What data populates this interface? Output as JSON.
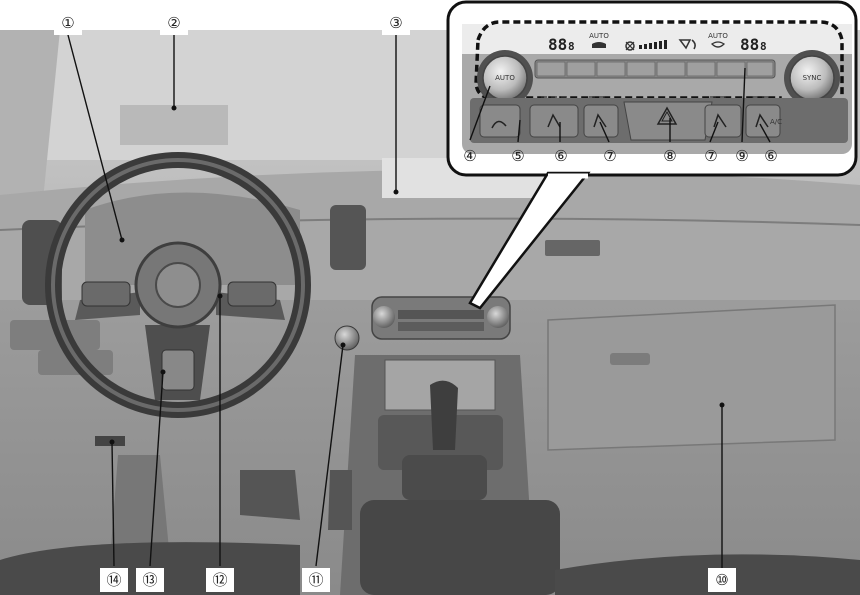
{
  "callouts": [
    {
      "id": "1",
      "label": "①"
    },
    {
      "id": "2",
      "label": "②"
    },
    {
      "id": "3",
      "label": "③"
    },
    {
      "id": "4",
      "label": "④"
    },
    {
      "id": "5",
      "label": "⑤"
    },
    {
      "id": "6a",
      "label": "⑥"
    },
    {
      "id": "7a",
      "label": "⑦"
    },
    {
      "id": "8",
      "label": "⑧"
    },
    {
      "id": "7b",
      "label": "⑦"
    },
    {
      "id": "9",
      "label": "⑨"
    },
    {
      "id": "6b",
      "label": "⑥"
    },
    {
      "id": "10",
      "label": "⑩"
    },
    {
      "id": "11",
      "label": "⑪"
    },
    {
      "id": "12",
      "label": "⑫"
    },
    {
      "id": "13",
      "label": "⑬"
    },
    {
      "id": "14",
      "label": "⑭"
    }
  ],
  "climate_panel": {
    "left_temp": "88",
    "left_temp_small": "8",
    "right_temp": "88",
    "right_temp_small": "8",
    "auto_label_1": "AUTO",
    "auto_label_2": "AUTO",
    "left_knob": "AUTO",
    "right_knob": "SYNC",
    "ac_label": "A/C"
  }
}
